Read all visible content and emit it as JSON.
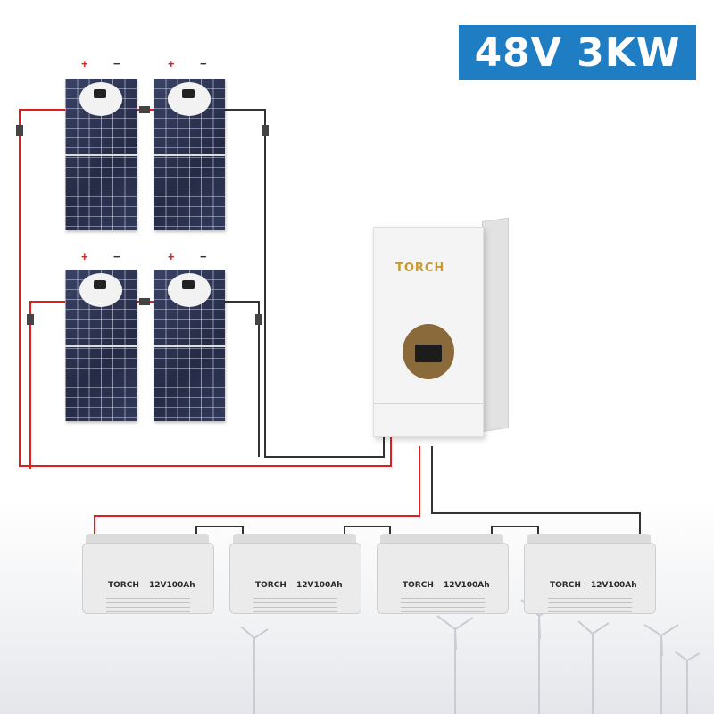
{
  "title": "48V 3KW",
  "panels": [
    {
      "plus": "+",
      "minus": "−"
    },
    {
      "plus": "+",
      "minus": "−"
    },
    {
      "plus": "+",
      "minus": "−"
    },
    {
      "plus": "+",
      "minus": "−"
    }
  ],
  "inverter": {
    "brand": "TORCH"
  },
  "batteries": [
    {
      "brand": "TORCH",
      "model": "12V100Ah"
    },
    {
      "brand": "TORCH",
      "model": "12V100Ah"
    },
    {
      "brand": "TORCH",
      "model": "12V100Ah"
    },
    {
      "brand": "TORCH",
      "model": "12V100Ah"
    }
  ],
  "colors": {
    "title_bg": "#1f7ec3",
    "positive_wire": "#e11d1d",
    "negative_wire": "#333333"
  }
}
